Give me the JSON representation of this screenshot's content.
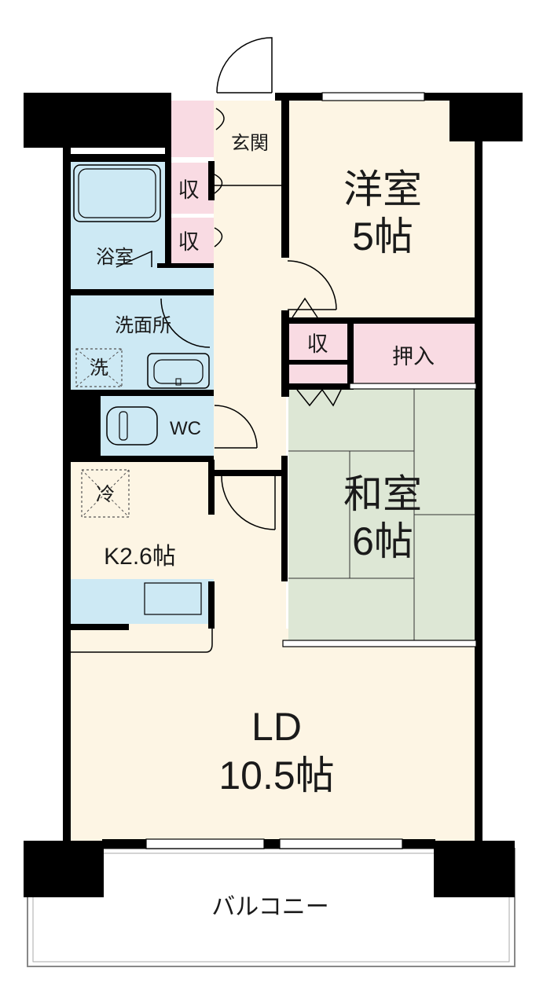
{
  "rooms": {
    "western": {
      "name": "洋室",
      "size": "5帖"
    },
    "japanese": {
      "name": "和室",
      "size": "6帖"
    },
    "ld": {
      "name": "LD",
      "size": "10.5帖"
    },
    "kitchen": {
      "label": "K2.6帖"
    },
    "entrance": {
      "label": "玄関"
    },
    "bath": {
      "label": "浴室"
    },
    "washroom": {
      "label": "洗面所"
    },
    "toilet": {
      "label": "WC"
    },
    "closet": {
      "label": "押入"
    },
    "balcony": {
      "label": "バルコニー"
    }
  },
  "fixtures": {
    "storage_label": "収",
    "washer_label": "洗",
    "fridge_label": "冷"
  },
  "colors": {
    "wall": "#000000",
    "floor": "#fdf5e4",
    "wet_area": "#cde9f4",
    "storage": "#f9dbe3",
    "tatami": "#dde7d5",
    "white": "#ffffff"
  }
}
